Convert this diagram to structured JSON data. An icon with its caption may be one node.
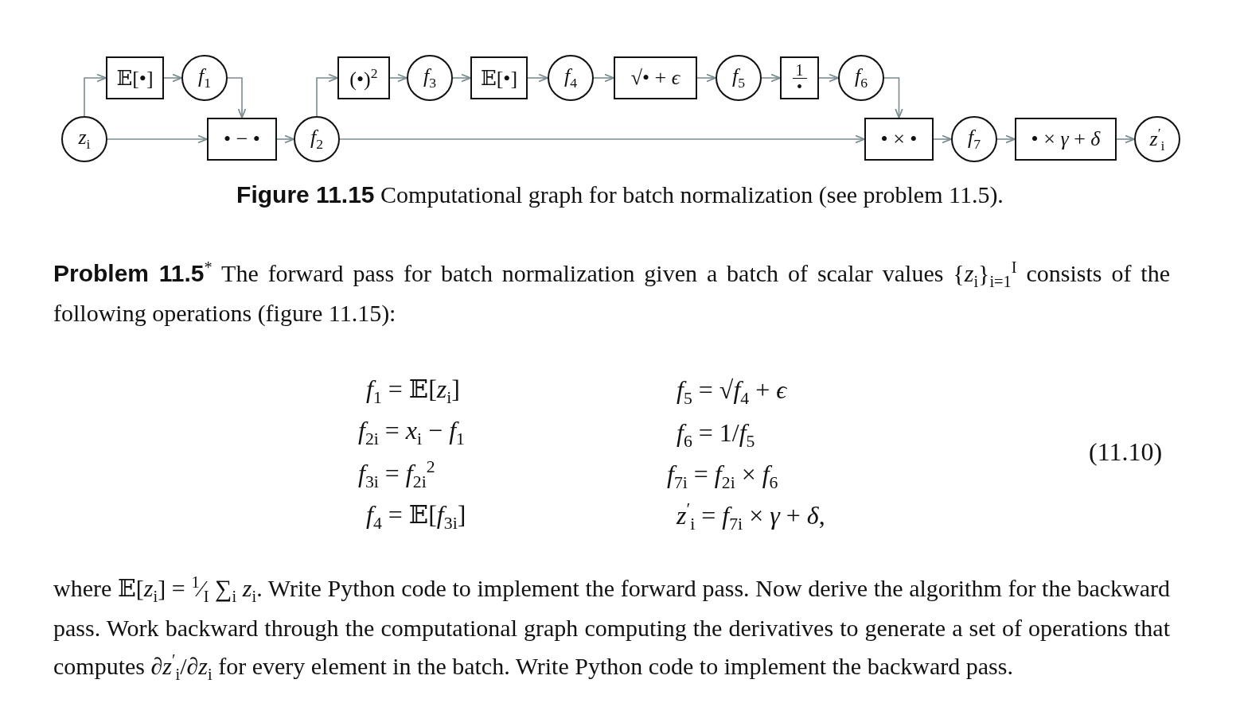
{
  "diagram": {
    "caption": "**Figure 11.15** Computational graph for batch normalization (see problem 11.5).",
    "nodes": [
      {
        "text": [
          "*z*$_{i}$"
        ]
      },
      {
        "text": [
          "𝔼[•]"
        ]
      },
      {
        "text": [
          "*f*$_{1}$"
        ]
      },
      {
        "text": [
          "• − •"
        ]
      },
      {
        "text": [
          "*f*$_{2}$"
        ]
      },
      {
        "text": [
          "(•)$^{2}$"
        ]
      },
      {
        "text": [
          "*f*$_{3}$"
        ]
      },
      {
        "text": [
          "𝔼[•]"
        ]
      },
      {
        "text": [
          "*f*$_{4}$"
        ]
      },
      {
        "text": [
          "√• + *ϵ*"
        ]
      },
      {
        "text": [
          "*f*$_{5}$"
        ]
      },
      {
        "text": [
          "1",
          "•"
        ]
      },
      {
        "text": [
          "*f*$_{6}$"
        ]
      },
      {
        "text": [
          "• × •"
        ]
      },
      {
        "text": [
          "*f*$_{7}$"
        ]
      },
      {
        "text": [
          "• × *γ* + *δ*"
        ]
      },
      {
        "text": [
          "*z*$^{′}$$_{i}$"
        ]
      }
    ],
    "edges": [
      {
        "from": 0,
        "to": 1,
        "arrow": "to"
      },
      {
        "from": 1,
        "to": 2,
        "arrow": "to"
      },
      {
        "from": 2,
        "to": 3,
        "arrow": "to"
      },
      {
        "from": 0,
        "to": 3,
        "arrow": "to"
      },
      {
        "from": 3,
        "to": 4,
        "arrow": "to"
      },
      {
        "from": 4,
        "to": 5,
        "arrow": "to"
      },
      {
        "from": 5,
        "to": 6,
        "arrow": "to"
      },
      {
        "from": 6,
        "to": 7,
        "arrow": "to"
      },
      {
        "from": 7,
        "to": 8,
        "arrow": "to"
      },
      {
        "from": 8,
        "to": 9,
        "arrow": "to"
      },
      {
        "from": 9,
        "to": 10,
        "arrow": "to"
      },
      {
        "from": 10,
        "to": 11,
        "arrow": "to"
      },
      {
        "from": 11,
        "to": 12,
        "arrow": "to"
      },
      {
        "from": 12,
        "to": 13,
        "arrow": "to"
      },
      {
        "from": 4,
        "to": 13,
        "arrow": "to"
      },
      {
        "from": 13,
        "to": 14,
        "arrow": "to"
      },
      {
        "from": 14,
        "to": 15,
        "arrow": "to"
      },
      {
        "from": 15,
        "to": 16,
        "arrow": "to"
      }
    ],
    "labels": [
      "**Problem 11.5**$^{*}$ The forward pass for batch normalization given a batch of scalar values {*z*$_{i}$}$_{i=1}$$^{I}$ consists of the following operations (figure 11.15):",
      "*f*$_{1}$ = 𝔼[*z*$_{i}$]",
      "*f*$_{5}$ = √*f*$_{4}$ + *ϵ*",
      "*f*$_{2i}$ = *x*$_{i}$ − *f*$_{1}$",
      "*f*$_{6}$ = 1/*f*$_{5}$",
      "(11.10)",
      "*f*$_{3i}$ = *f*$_{2i}$$^{2}$",
      "*f*$_{7i}$ = *f*$_{2i}$ × *f*$_{6}$",
      "*f*$_{4}$ = 𝔼[*f*$_{3i}$]",
      "*z*$^{′}$$_{i}$ = *f*$_{7i}$ × *γ* + *δ*,",
      "where 𝔼[*z*$_{i}$] = $^{1}$⁄$_{I}$ ∑$_{i}$ *z*$_{i}$. Write Python code to implement the forward pass. Now derive the algorithm for the backward pass. Work backward through the computational graph computing the derivatives to generate a set of operations that computes ∂*z*$^{′}$$_{i}$/∂*z*$_{i}$ for every element in the batch. Write Python code to implement the backward pass."
    ]
  }
}
